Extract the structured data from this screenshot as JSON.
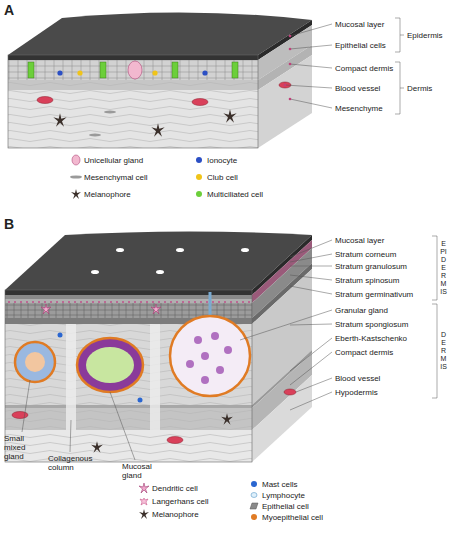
{
  "diagram": {
    "labels": [
      "A",
      "Mucosal layer",
      "Epithelial cells",
      "Compact dermis",
      "Blood vessel",
      "Mesenchyme",
      "Epidermis",
      "Dermis",
      "B",
      "Mucosal layer",
      "Stratum corneum",
      "Stratum granulosum",
      "Stratum spinosum",
      "Stratum germinativum",
      "Granular gland",
      "Stratum spongiosum",
      "Eberth-Kastschenko",
      "Compact dermis",
      "Blood vessel",
      "Hypodermis",
      "EPIDERMIS",
      "DERMIS",
      "Small mixed gland",
      "Collagenous column",
      "Mucosal gland"
    ],
    "legend": [
      {
        "text": "Unicellular gland"
      },
      {
        "text": "Ionocyte",
        "color": "#2b4fc4"
      },
      {
        "text": "Mesenchymal cell"
      },
      {
        "text": "Club cell",
        "color": "#f0c419"
      },
      {
        "text": "Melanophore"
      },
      {
        "text": "Multiciliated cell",
        "color": "#6ccf3a"
      },
      {
        "text": "Dendritic cell"
      },
      {
        "text": "Langerhans cell"
      },
      {
        "text": "Melanophore"
      },
      {
        "text": "Mast cells",
        "color": "#2a66d0"
      },
      {
        "text": "Lymphocyte"
      },
      {
        "text": "Epithelial cell"
      },
      {
        "text": "Myoepithelial cell",
        "color": "#e07b24"
      }
    ]
  }
}
